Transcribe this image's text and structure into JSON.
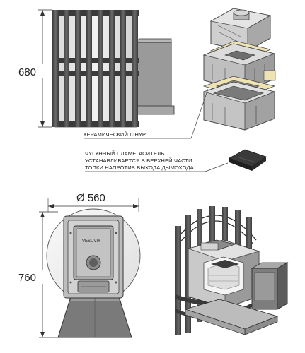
{
  "dimensions": {
    "height_top": "680",
    "height_bottom": "760",
    "diameter": "Ø 560"
  },
  "labels": {
    "ceramic_cord": "КЕРАМИЧЕСКИЙ ШНУР",
    "flame_divider_line1": "ЧУГУННЫЙ ПЛАМЕГАСИТЕЛЬ",
    "flame_divider_line2": "УСТАНАВЛИВАЕТСЯ В ВЕРХНЕЙ ЧАСТИ",
    "flame_divider_line3": "ТОПКИ НАПРОТИВ ВЫХОДА ДЫМОХОДА",
    "door_plate": "VESUVIY"
  },
  "colors": {
    "metal_dark": "#4a4a4a",
    "metal_mid": "#8a8a8a",
    "metal_light": "#c8c8c8",
    "ceramic_cord": "#efe2b3"
  }
}
